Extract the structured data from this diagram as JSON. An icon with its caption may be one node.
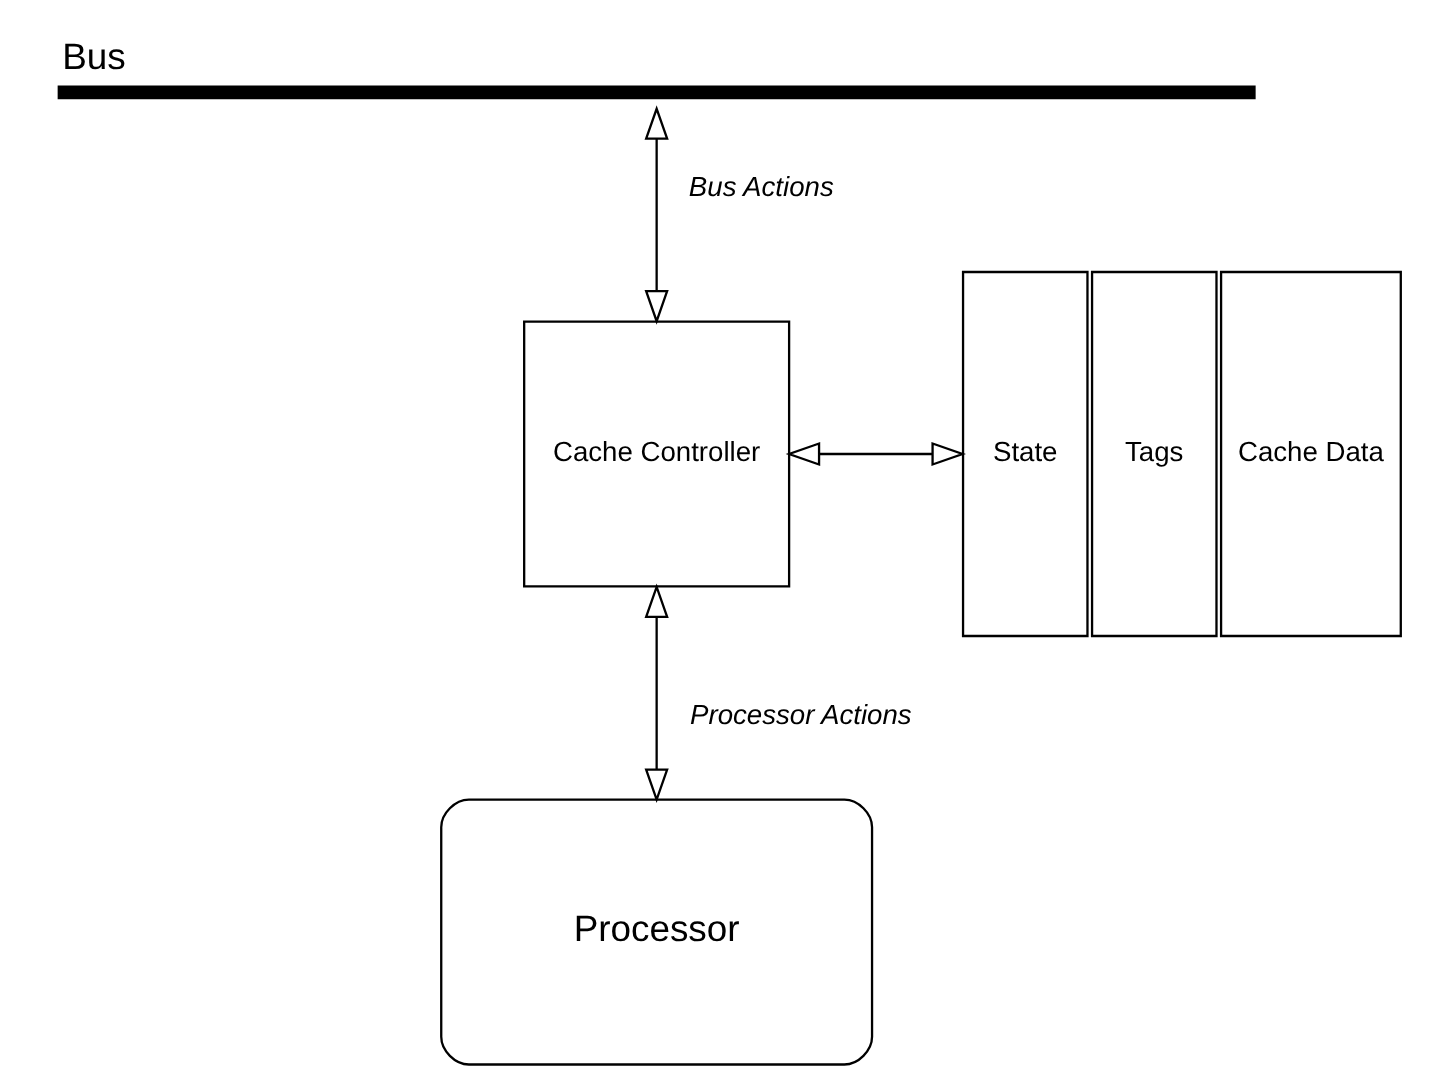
{
  "diagram": {
    "nodes": [
      {
        "text": [
          "Bus"
        ]
      },
      {
        "text": [
          "Cache Controller"
        ]
      },
      {
        "text": [
          "State"
        ]
      },
      {
        "text": [
          "Tags"
        ]
      },
      {
        "text": [
          "Cache Data"
        ]
      },
      {
        "text": [
          "Processor"
        ]
      }
    ],
    "edges": [
      {
        "from": 0,
        "to": 1,
        "arrow": "both",
        "label": "Bus Actions"
      },
      {
        "from": 1,
        "to": 2,
        "arrow": "both"
      },
      {
        "from": 1,
        "to": 5,
        "arrow": "both",
        "label": "Processor Actions"
      }
    ]
  }
}
